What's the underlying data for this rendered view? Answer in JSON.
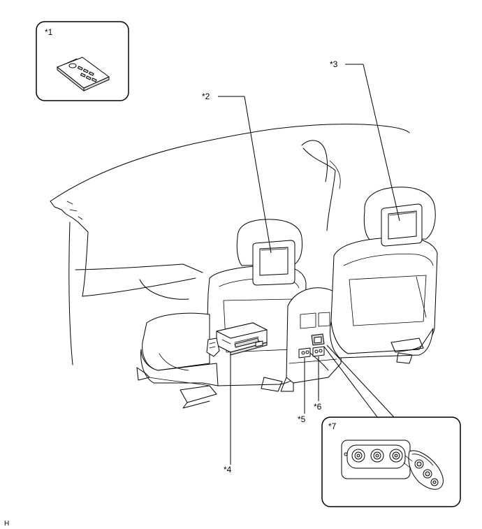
{
  "callouts": {
    "c1": "*1",
    "c2": "*2",
    "c3": "*3",
    "c4": "*4",
    "c5": "*5",
    "c6": "*6",
    "c7": "*7"
  },
  "figure_code": "H",
  "icons": {
    "remote": "remote-control-icon",
    "display_front": "headrest-display-icon",
    "display_rear": "headrest-display-icon",
    "receiver": "av-receiver-icon",
    "jack5": "audio-jack-icon",
    "jack6": "video-input-jack-icon"
  }
}
